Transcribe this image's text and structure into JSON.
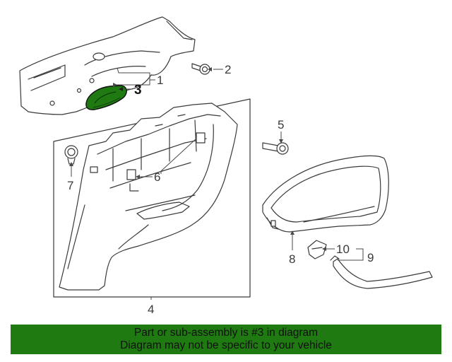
{
  "callouts": {
    "c1": "1",
    "c2": "2",
    "c3": "3",
    "c4": "4",
    "c5": "5",
    "c6": "6",
    "c7": "7",
    "c8": "8",
    "c9": "9",
    "c10": "10"
  },
  "caption": {
    "line1": "Part or sub-assembly is #3 in diagram",
    "line2": "Diagram may not be specific to your vehicle"
  },
  "colors": {
    "highlight": "#1f7a12",
    "caption_bg": "#1f7a12",
    "line": "#3a3a3a"
  }
}
